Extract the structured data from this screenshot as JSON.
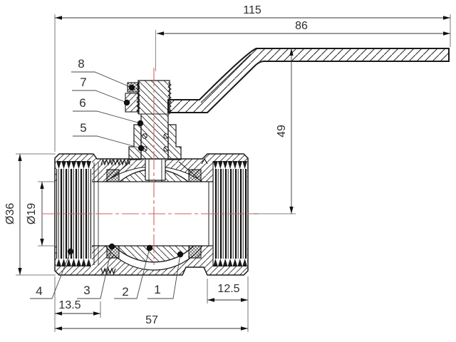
{
  "drawing": {
    "dimensions": {
      "overall_length": "115",
      "handle_length": "86",
      "handle_height": "49",
      "body_outer_diameter": "Ø36",
      "bore_diameter": "Ø19",
      "left_port_thread_depth": "13.5",
      "body_length": "57",
      "right_port_thread_depth": "12.5"
    },
    "callouts": [
      {
        "number": "1"
      },
      {
        "number": "2"
      },
      {
        "number": "3"
      },
      {
        "number": "4"
      },
      {
        "number": "5"
      },
      {
        "number": "6"
      },
      {
        "number": "7"
      },
      {
        "number": "8"
      }
    ],
    "colors": {
      "line": "#1a1a1a",
      "centerline": "#d25f5f",
      "background": "#ffffff"
    }
  }
}
